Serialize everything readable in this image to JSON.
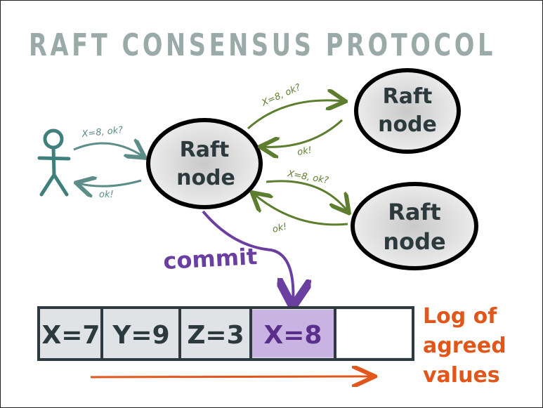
{
  "title": "RAFT CONSENSUS PROTOCOL",
  "nodes": [
    {
      "line1": "Raft",
      "line2": "node"
    },
    {
      "line1": "Raft",
      "line2": "node"
    },
    {
      "line1": "Raft",
      "line2": "node"
    }
  ],
  "messages": {
    "client_request": "X=8, ok?",
    "client_reply": "ok!",
    "top_request": "X=8, ok?",
    "top_reply": "ok!",
    "bottom_request": "X=8, ok?",
    "bottom_reply": "ok!"
  },
  "commit_label": "commit",
  "log": {
    "entries": [
      "X=7",
      "Y=9",
      "Z=3",
      "X=8",
      ""
    ],
    "committed_index": 3,
    "caption_lines": [
      "Log of",
      "agreed",
      "values"
    ]
  },
  "colors": {
    "title": "#9aaaa8",
    "stick_figure": "#3f7f7c",
    "client_arrows": "#5c8d89",
    "peer_arrows": "#5d7d2f",
    "commit": "#6b3fa0",
    "committed_cell": "#c9b3e3",
    "log_caption": "#e0561b",
    "log_border": "#2e3a40",
    "node_fill": "#e6e6e6",
    "ink": "#2c3a3e"
  }
}
